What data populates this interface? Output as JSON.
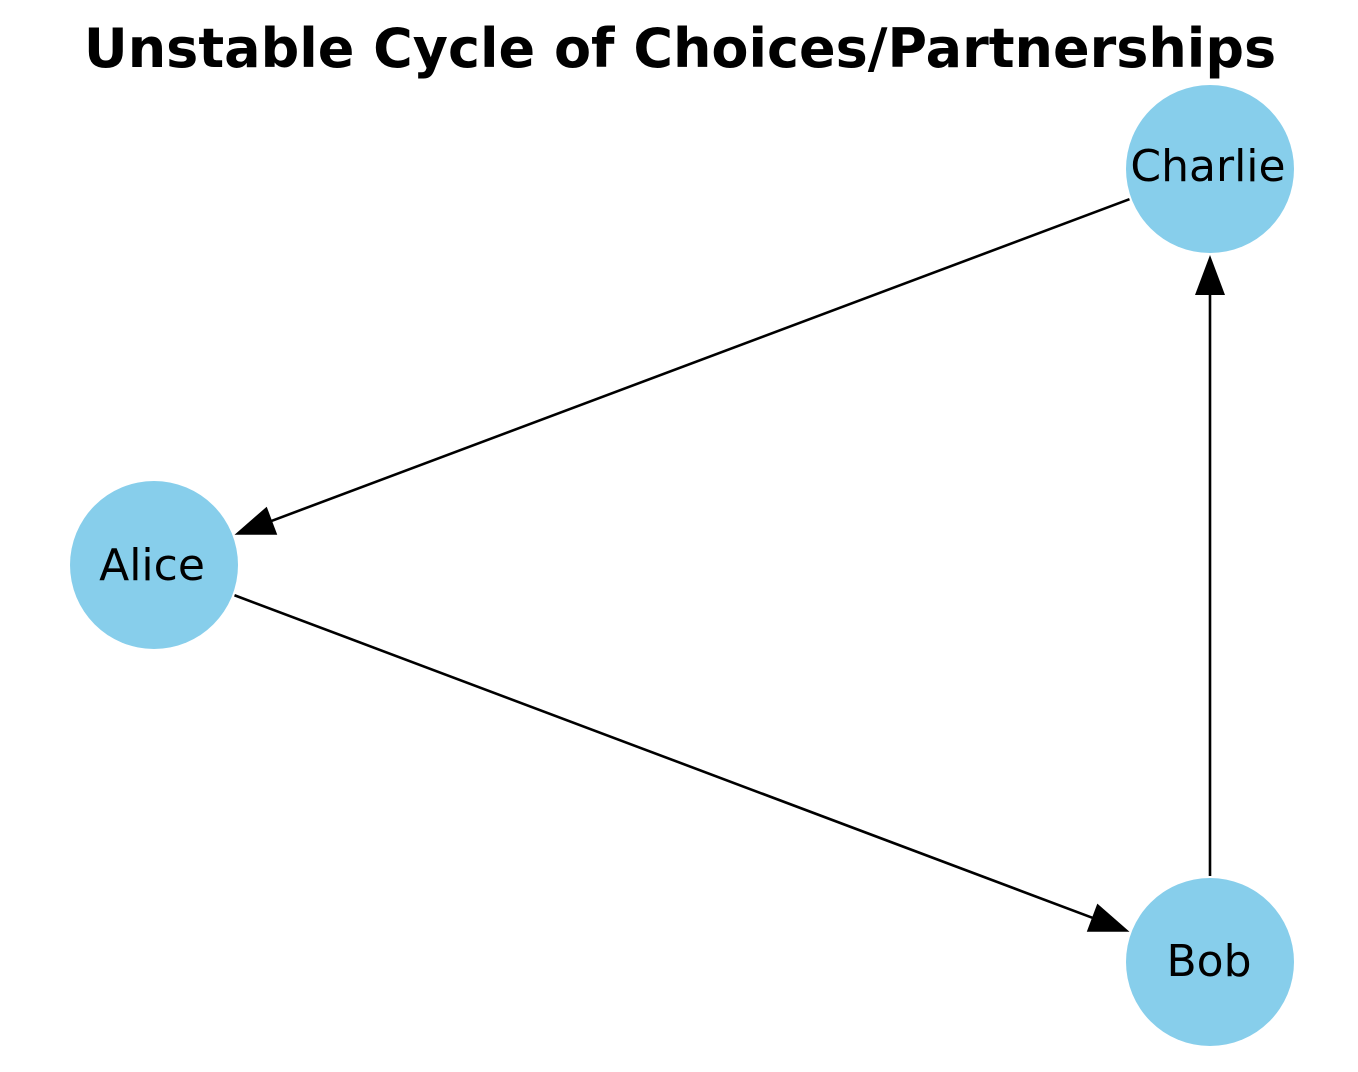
{
  "title": "Unstable Cycle of Choices/Partnerships",
  "node_color": "#87CEEB",
  "edge_color": "#000000",
  "nodes": [
    {
      "id": "alice",
      "label": "Alice"
    },
    {
      "id": "bob",
      "label": "Bob"
    },
    {
      "id": "charlie",
      "label": "Charlie"
    }
  ],
  "edges": [
    {
      "from": "alice",
      "to": "bob"
    },
    {
      "from": "bob",
      "to": "charlie"
    },
    {
      "from": "charlie",
      "to": "alice"
    }
  ]
}
